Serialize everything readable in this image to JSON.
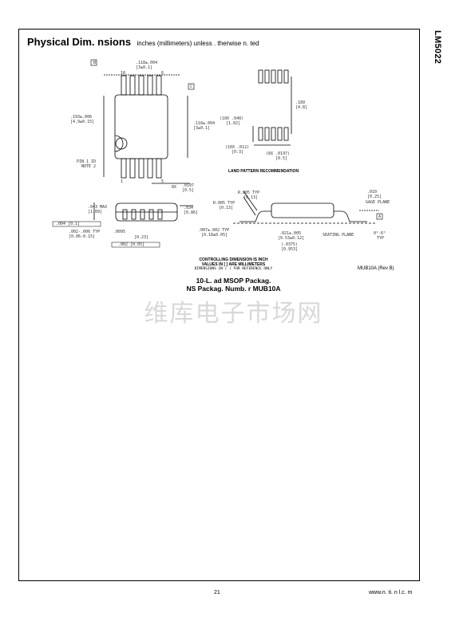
{
  "side_part": "LM5022",
  "title": {
    "main": "Physical Dim. nsions",
    "sub": "inches (millimeters) unless . therwise n. ted"
  },
  "drawing": {
    "refs": {
      "b": "B",
      "c": "C",
      "a": "A"
    },
    "top_view": {
      "pin10": "10",
      "pin6": "6",
      "pin1": "1",
      "pin5": "5",
      "width_dim": ".118±.004",
      "width_dim_mm": "[3±0.1]",
      "side_dim": ".193±.006",
      "side_dim_mm": "[4.9±0.15]",
      "length_dim": ".118±.004",
      "length_dim_mm": "[3±0.1]",
      "pin1_note": "PIN 1 ID",
      "pin1_note2": "NOTE 2",
      "pitch_dim": "8X",
      "pitch_val": ".0197",
      "pitch_val_mm": "[0.5]"
    },
    "land_pattern": {
      "dim1": ".189",
      "dim1_mm": "[4.8]",
      "dim2": "(10X .040)",
      "dim2_mm": "[1.02]",
      "dim3": "(10X .012)",
      "dim3_mm": "[0.3]",
      "dim4": "(8X .0197)",
      "dim4_mm": "[0.5]",
      "label": "LAND PATTERN RECOMMENDATION"
    },
    "side_view": {
      "max_height": ".043 MAX",
      "max_height_mm": "[1.09]",
      "standoff": ".002-.006 TYP",
      "standoff_mm": "[0.06-0.15]",
      "flatness": ".004 [0.1]",
      "lead_width": ".034",
      "lead_width_mm": "[0.86]",
      "lead_thk": ".0095",
      "lead_thk_mm": "[0.23]",
      "position": ".002 [0.05]"
    },
    "lead_detail": {
      "r1": "R.005 TYP",
      "r1_mm": "[0.13]",
      "r2": "R.005 TYP",
      "r2_mm": "[0.13]",
      "gauge": ".010",
      "gauge_mm": "[0.25]",
      "gauge_label": "GAGE PLANE",
      "foot": ".021±.005",
      "foot_mm": "[0.53±0.12]",
      "foot2": "(.0375)",
      "foot2_mm": "[0.953]",
      "thk": ".007±.002 TYP",
      "thk_mm": "[0.18±0.05]",
      "seating": "SEATING PLANE",
      "angle": "0°-6°",
      "angle_typ": "TYP"
    }
  },
  "control_notes": {
    "line1": "CONTROLLING DIMENSION IS INCH",
    "line2": "VALUES IN [ ] ARE MILLIMETERS",
    "line3": "DIMENSIONS IN ( ) FOR REFERENCE ONLY"
  },
  "rev": "MUB10A (Rev B)",
  "package": {
    "line1": "10-L. ad MSOP Packag.",
    "line2": "NS Packag. Numb. r MUB10A"
  },
  "watermark": "维库电子市场网",
  "footer": {
    "page_number": "21",
    "website": "www.n. ti. n l.c. m"
  }
}
